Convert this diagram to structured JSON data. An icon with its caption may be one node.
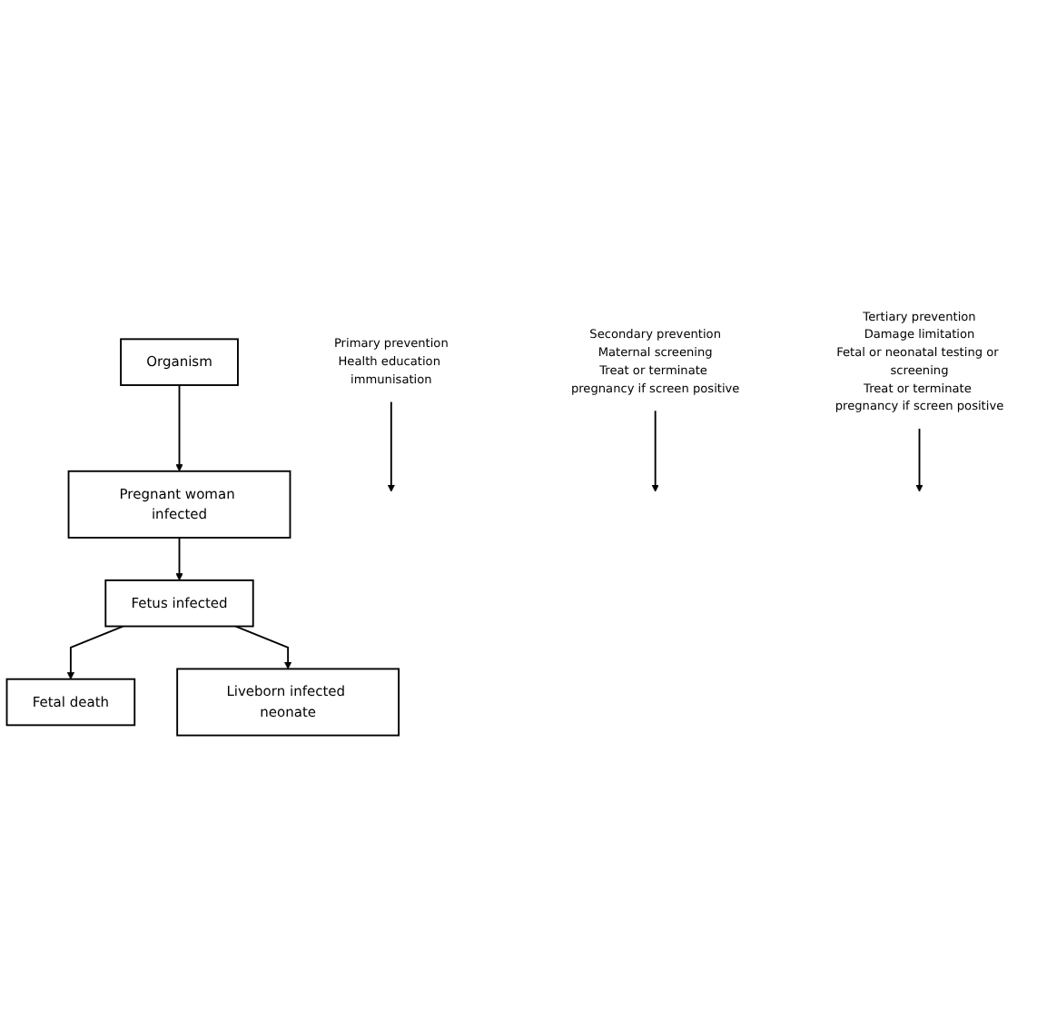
{
  "diagram": {
    "nodes": [
      {
        "text": [
          "Organism"
        ]
      },
      {
        "text": [
          "Pregnant woman infected"
        ]
      },
      {
        "text": [
          "Fetus infected"
        ]
      },
      {
        "text": [
          "Fetal death"
        ]
      },
      {
        "text": [
          "Liveborn infected neonate"
        ]
      },
      {
        "text": [
          "Primary prevention",
          "Health education immunisation"
        ]
      },
      {
        "text": [
          "Secondary prevention",
          "Maternal screening",
          "Treat or terminate pregnancy if screen positive"
        ]
      },
      {
        "text": [
          "Tertiary prevention",
          "Damage limitation",
          "Fetal or neonatal testing or screening",
          "Treat or terminate pregnancy if screen positive"
        ]
      }
    ],
    "edges": [
      {
        "from": 0,
        "to": 1,
        "arrow": "to"
      },
      {
        "from": 1,
        "to": 2,
        "arrow": "to"
      },
      {
        "from": 2,
        "to": 3,
        "arrow": "to"
      },
      {
        "from": 2,
        "to": 4,
        "arrow": "to"
      },
      {
        "from": 5,
        "to": null,
        "arrow": "to"
      },
      {
        "from": 6,
        "to": null,
        "arrow": "to"
      },
      {
        "from": 7,
        "to": null,
        "arrow": "to"
      }
    ]
  }
}
